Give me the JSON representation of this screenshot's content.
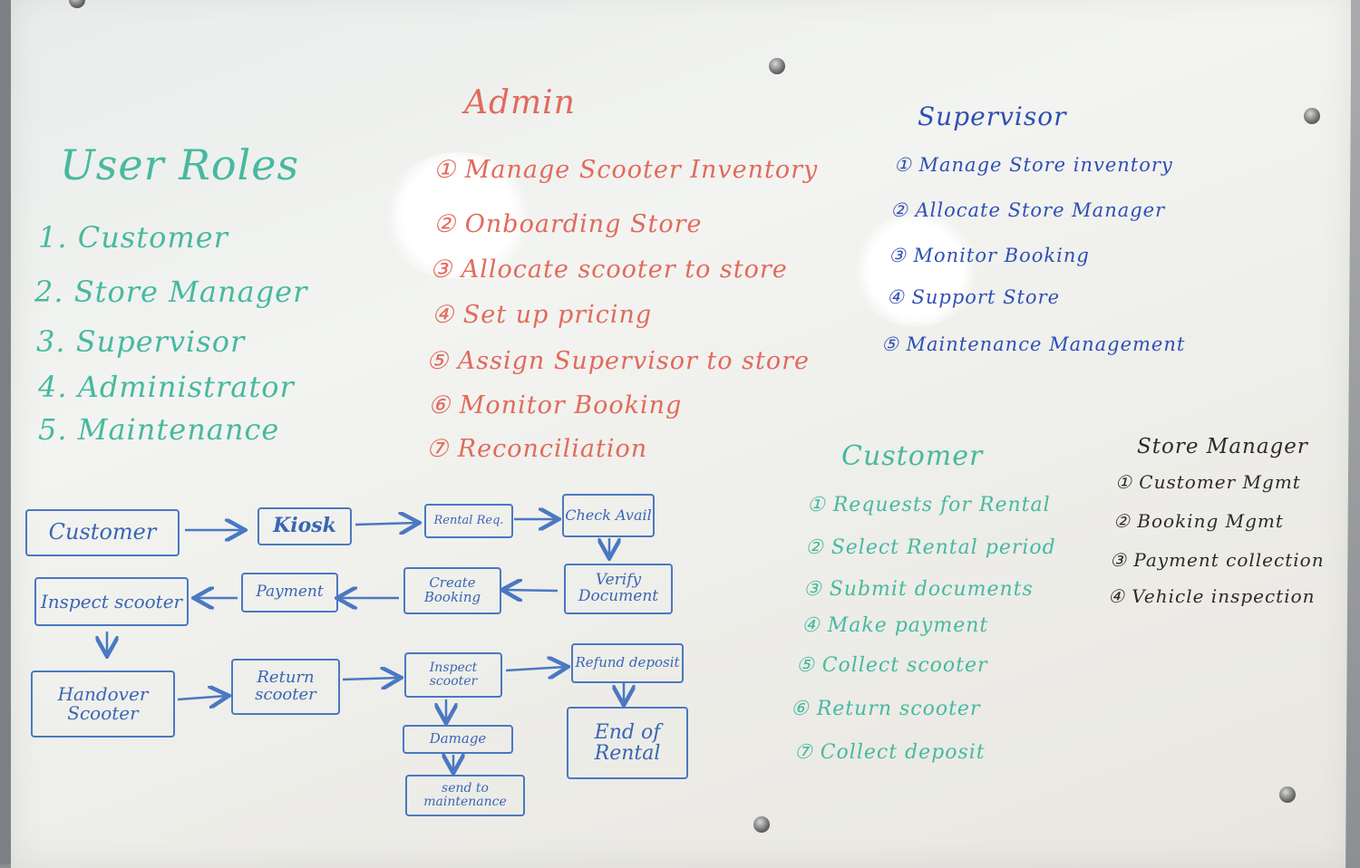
{
  "user_roles": {
    "title": "User Roles",
    "items": [
      "1. Customer",
      "2. Store Manager",
      "3. Supervisor",
      "4. Administrator",
      "5. Maintenance"
    ]
  },
  "admin": {
    "title": "Admin",
    "items": [
      "① Manage Scooter Inventory",
      "② Onboarding Store",
      "③ Allocate scooter to store",
      "④ Set up pricing",
      "⑤ Assign Supervisor to store",
      "⑥ Monitor Booking",
      "⑦ Reconciliation"
    ]
  },
  "supervisor": {
    "title": "Supervisor",
    "items": [
      "① Manage Store inventory",
      "② Allocate Store Manager",
      "③ Monitor Booking",
      "④ Support Store",
      "⑤ Maintenance Management"
    ]
  },
  "customer": {
    "title": "Customer",
    "items": [
      "① Requests for Rental",
      "② Select Rental period",
      "③ Submit documents",
      "④ Make payment",
      "⑤ Collect scooter",
      "⑥ Return scooter",
      "⑦ Collect deposit"
    ]
  },
  "store_manager": {
    "title": "Store Manager",
    "items": [
      "① Customer Mgmt",
      "② Booking Mgmt",
      "③ Payment collection",
      "④ Vehicle inspection"
    ]
  },
  "flowchart": {
    "customer": "Customer",
    "kiosk": "Kiosk",
    "rental_req": "Rental Req.",
    "check_avail": "Check Avail",
    "verify_document": "Verify Document",
    "create_booking": "Create Booking",
    "payment": "Payment",
    "inspect_scooter": "Inspect scooter",
    "handover_scooter": "Handover Scooter",
    "return_scooter": "Return scooter",
    "inspect_scooter_2": "Inspect scooter",
    "refund_deposit": "Refund deposit",
    "end_of_rental": "End of Rental",
    "damage": "Damage",
    "send_to_maintenance": "send to maintenance"
  },
  "colors": {
    "roles_marker": "#47b9a0",
    "admin_marker": "#e26a5c",
    "supervisor_marker": "#2f4fb5",
    "flow_marker": "#3966b4",
    "store_manager_marker": "#2e2a28"
  }
}
